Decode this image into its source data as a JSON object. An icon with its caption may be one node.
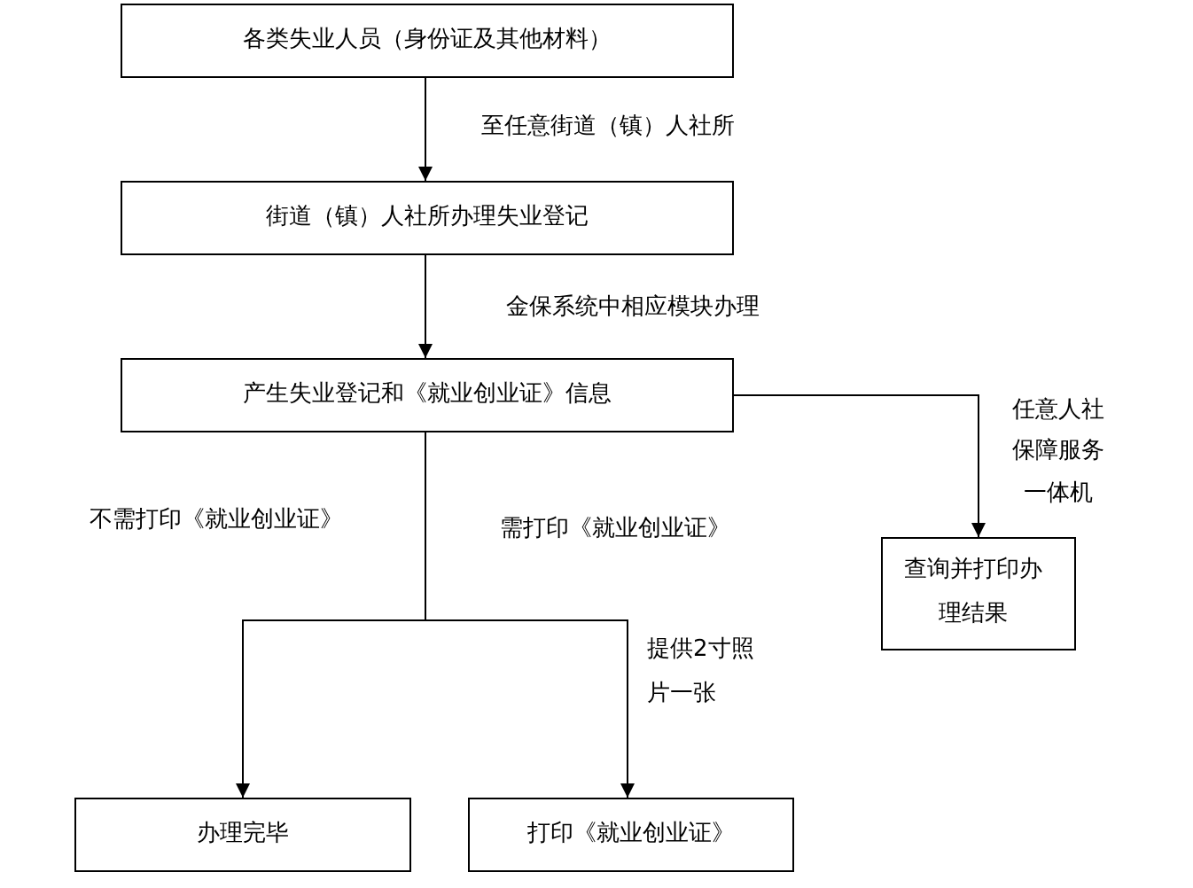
{
  "diagram": {
    "nodes": [
      {
        "text": [
          "各类失业人员（身份证及其他材料）"
        ]
      },
      {
        "text": [
          "街道（镇）人社所办理失业登记"
        ]
      },
      {
        "text": [
          "产生失业登记和《就业创业证》信息"
        ]
      },
      {
        "text": [
          "查询并打印办理结果"
        ]
      },
      {
        "text": [
          "办理完毕"
        ]
      },
      {
        "text": [
          "打印《就业创业证》"
        ]
      }
    ],
    "edges": [
      {
        "from": 0,
        "to": 1,
        "arrow": "to",
        "label": "至任意街道（镇）人社所"
      },
      {
        "from": 1,
        "to": 2,
        "arrow": "to",
        "label": "金保系统中相应模块办理"
      },
      {
        "from": 2,
        "to": 3,
        "arrow": "to",
        "label": "任意人社保障服务一体机"
      },
      {
        "from": 2,
        "to": 4,
        "arrow": "to",
        "label": "不需打印《就业创业证》"
      },
      {
        "from": 2,
        "to": 5,
        "arrow": "to",
        "label": "需打印《就业创业证》"
      }
    ],
    "labels": [
      "提供2寸照片一张"
    ]
  }
}
